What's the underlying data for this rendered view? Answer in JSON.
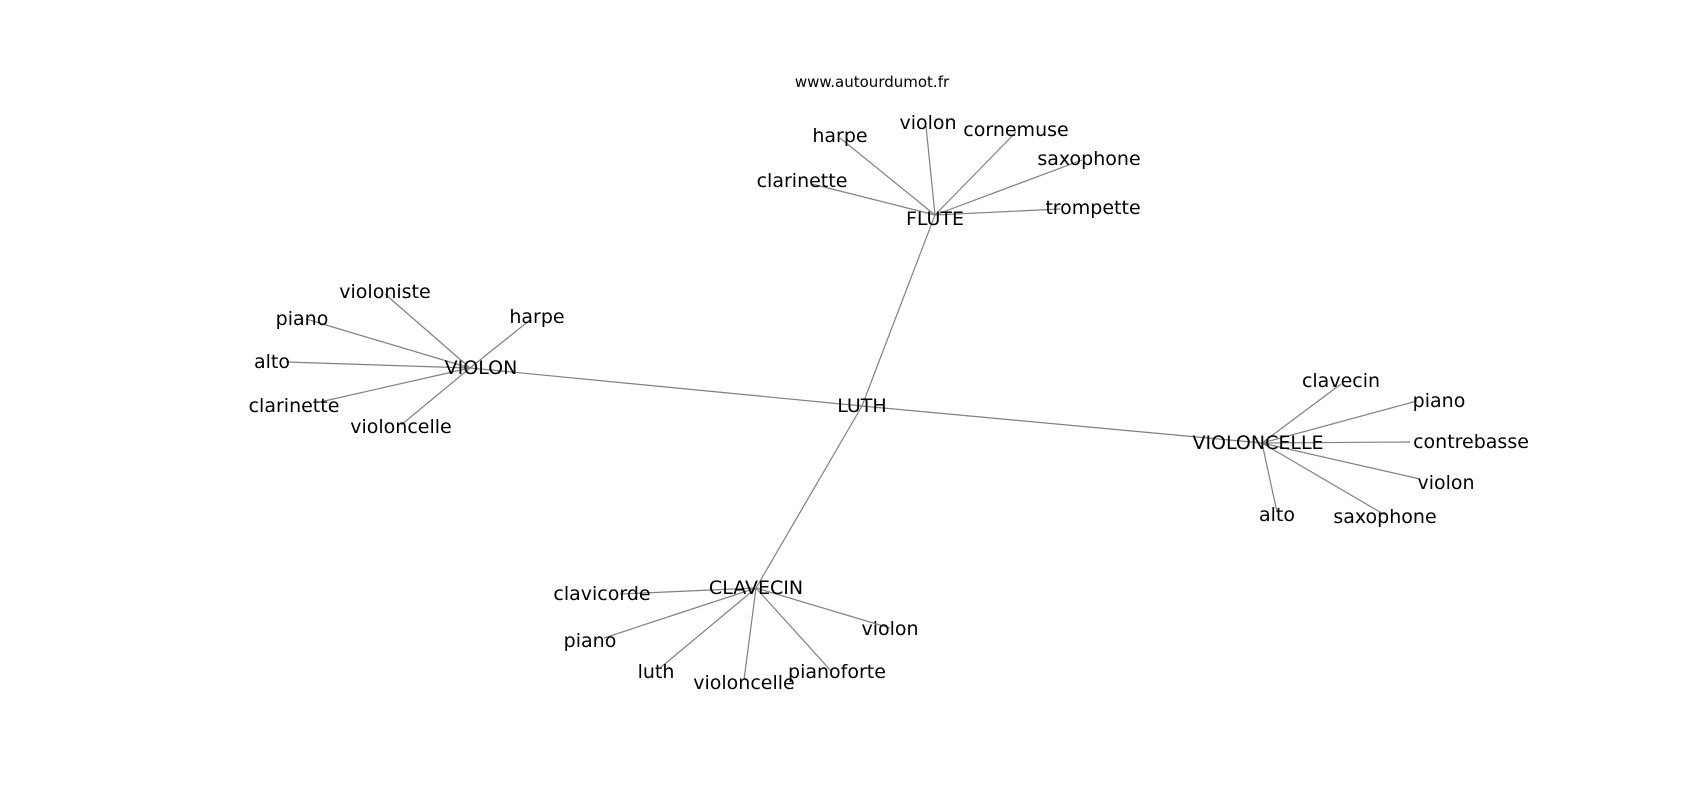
{
  "watermark": "www.autourdumot.fr",
  "graph": {
    "center": {
      "id": "luth",
      "label": "LUTH"
    },
    "hubs": [
      {
        "id": "flute",
        "label": "FLUTE",
        "leaves": [
          "harpe",
          "violon",
          "cornemuse",
          "saxophone",
          "clarinette",
          "trompette"
        ]
      },
      {
        "id": "violon",
        "label": "VIOLON",
        "leaves": [
          "violoniste",
          "piano",
          "harpe",
          "alto",
          "clarinette",
          "violoncelle"
        ]
      },
      {
        "id": "violoncelle",
        "label": "VIOLONCELLE",
        "leaves": [
          "clavecin",
          "piano",
          "contrebasse",
          "violon",
          "alto",
          "saxophone"
        ]
      },
      {
        "id": "clavecin",
        "label": "CLAVECIN",
        "leaves": [
          "clavicorde",
          "piano",
          "violon",
          "luth",
          "violoncelle",
          "pianoforte"
        ]
      }
    ]
  }
}
